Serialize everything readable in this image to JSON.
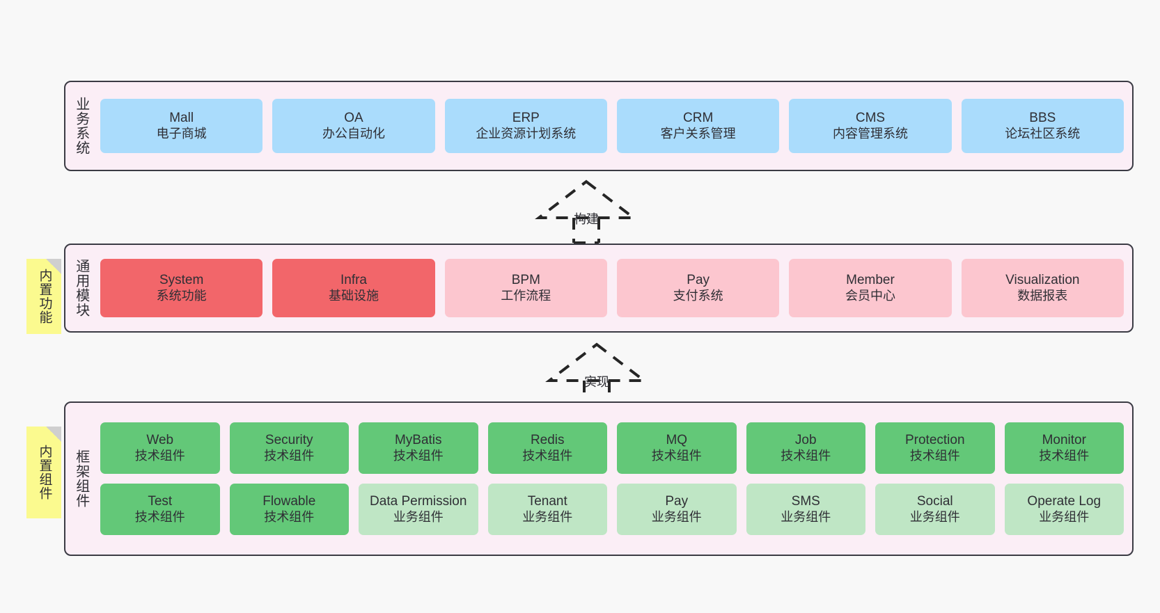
{
  "diagram": {
    "background": "#f8f8f8",
    "layer_fill": "#fbeef6",
    "layer_border": "#3b3b44",
    "note_fill": "#fbfa8f"
  },
  "layers": [
    {
      "id": "business",
      "title": "业务系统",
      "card_color": "#aadcfc",
      "cards": [
        {
          "name": "Mall",
          "desc": "电子商城"
        },
        {
          "name": "OA",
          "desc": "办公自动化"
        },
        {
          "name": "ERP",
          "desc": "企业资源计划系统"
        },
        {
          "name": "CRM",
          "desc": "客户关系管理"
        },
        {
          "name": "CMS",
          "desc": "内容管理系统"
        },
        {
          "name": "BBS",
          "desc": "论坛社区系统"
        }
      ]
    },
    {
      "id": "common-modules",
      "title": "通用模块",
      "note": "内置功能",
      "card_color_active": "#f2666a",
      "card_color_muted": "#fcc6cf",
      "cards": [
        {
          "name": "System",
          "desc": "系统功能",
          "state": "active"
        },
        {
          "name": "Infra",
          "desc": "基础设施",
          "state": "active"
        },
        {
          "name": "BPM",
          "desc": "工作流程",
          "state": "muted"
        },
        {
          "name": "Pay",
          "desc": "支付系统",
          "state": "muted"
        },
        {
          "name": "Member",
          "desc": "会员中心",
          "state": "muted"
        },
        {
          "name": "Visualization",
          "desc": "数据报表",
          "state": "muted"
        }
      ]
    },
    {
      "id": "framework",
      "title": "框架组件",
      "note": "内置组件",
      "card_color_active": "#63c878",
      "card_color_muted": "#bfe6c5",
      "rows": [
        [
          {
            "name": "Web",
            "desc": "技术组件",
            "state": "active"
          },
          {
            "name": "Security",
            "desc": "技术组件",
            "state": "active"
          },
          {
            "name": "MyBatis",
            "desc": "技术组件",
            "state": "active"
          },
          {
            "name": "Redis",
            "desc": "技术组件",
            "state": "active"
          },
          {
            "name": "MQ",
            "desc": "技术组件",
            "state": "active"
          },
          {
            "name": "Job",
            "desc": "技术组件",
            "state": "active"
          },
          {
            "name": "Protection",
            "desc": "技术组件",
            "state": "active"
          },
          {
            "name": "Monitor",
            "desc": "技术组件",
            "state": "active"
          }
        ],
        [
          {
            "name": "Test",
            "desc": "技术组件",
            "state": "active"
          },
          {
            "name": "Flowable",
            "desc": "技术组件",
            "state": "active"
          },
          {
            "name": "Data Permission",
            "desc": "业务组件",
            "state": "muted"
          },
          {
            "name": "Tenant",
            "desc": "业务组件",
            "state": "muted"
          },
          {
            "name": "Pay",
            "desc": "业务组件",
            "state": "muted"
          },
          {
            "name": "SMS",
            "desc": "业务组件",
            "state": "muted"
          },
          {
            "name": "Social",
            "desc": "业务组件",
            "state": "muted"
          },
          {
            "name": "Operate Log",
            "desc": "业务组件",
            "state": "muted"
          }
        ]
      ]
    }
  ],
  "arrows": [
    {
      "id": "build",
      "label": "构建",
      "style": "dashed-generalization"
    },
    {
      "id": "implement",
      "label": "实现",
      "style": "dashed-generalization"
    }
  ]
}
